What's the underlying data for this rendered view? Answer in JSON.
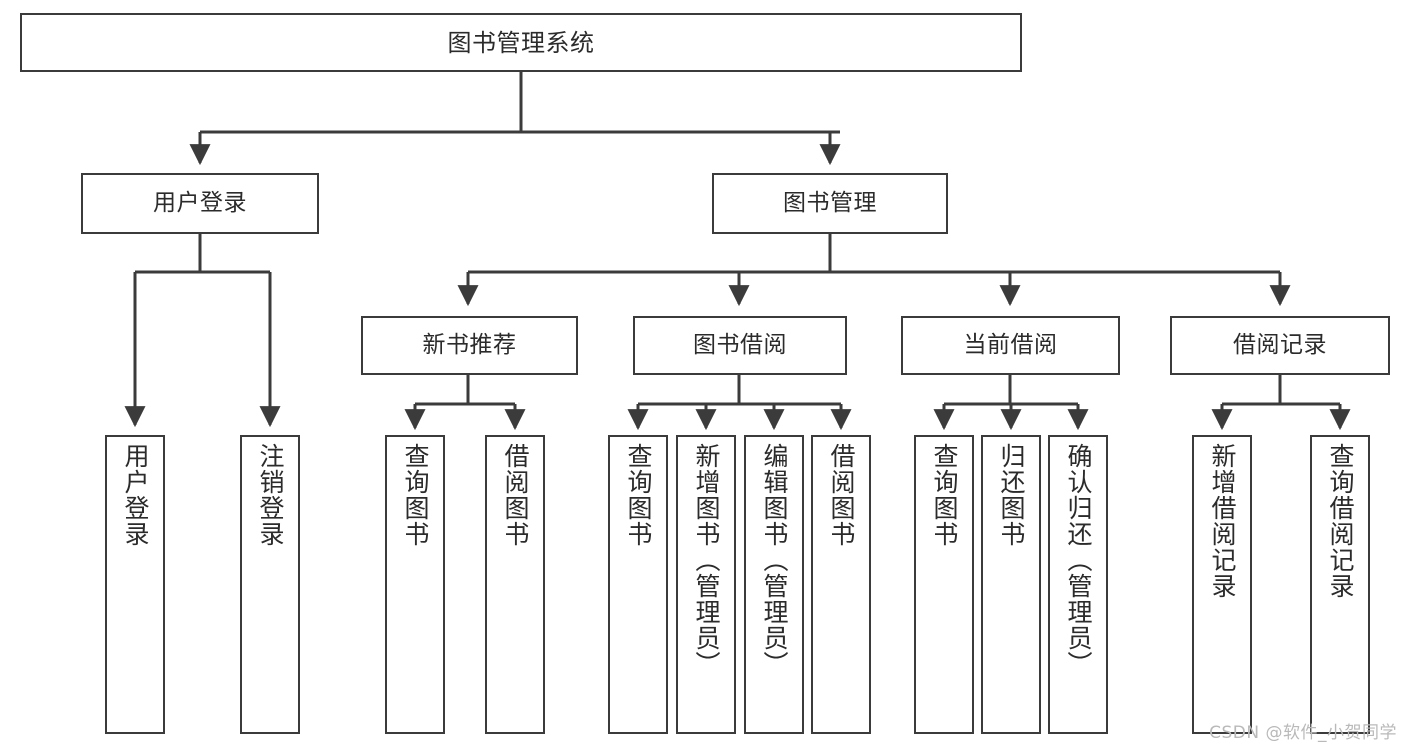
{
  "diagram": {
    "title_text": "图书管理系统",
    "watermark": "CSDN @软件_小贺同学",
    "stroke_color": "#3b3b3b",
    "fill_color": "#ffffff",
    "text_color": "#2b2b2b",
    "watermark_color": "#b9b9b9",
    "nodes": {
      "root": "图书管理系统",
      "level1": {
        "user_login": "用户登录",
        "book_management": "图书管理"
      },
      "level2": {
        "new_book_recommend": "新书推荐",
        "book_borrow": "图书借阅",
        "current_borrow": "当前借阅",
        "borrow_record": "借阅记录"
      },
      "leaves": {
        "user_login": [
          "用户登录",
          "注销登录"
        ],
        "new_book_recommend": [
          "查询图书",
          "借阅图书"
        ],
        "book_borrow": [
          "查询图书",
          "新增图书（管理员）",
          "编辑图书（管理员）",
          "借阅图书"
        ],
        "current_borrow": [
          "查询图书",
          "归还图书",
          "确认归还（管理员）"
        ],
        "borrow_record": [
          "新增借阅记录",
          "查询借阅记录"
        ]
      }
    }
  }
}
